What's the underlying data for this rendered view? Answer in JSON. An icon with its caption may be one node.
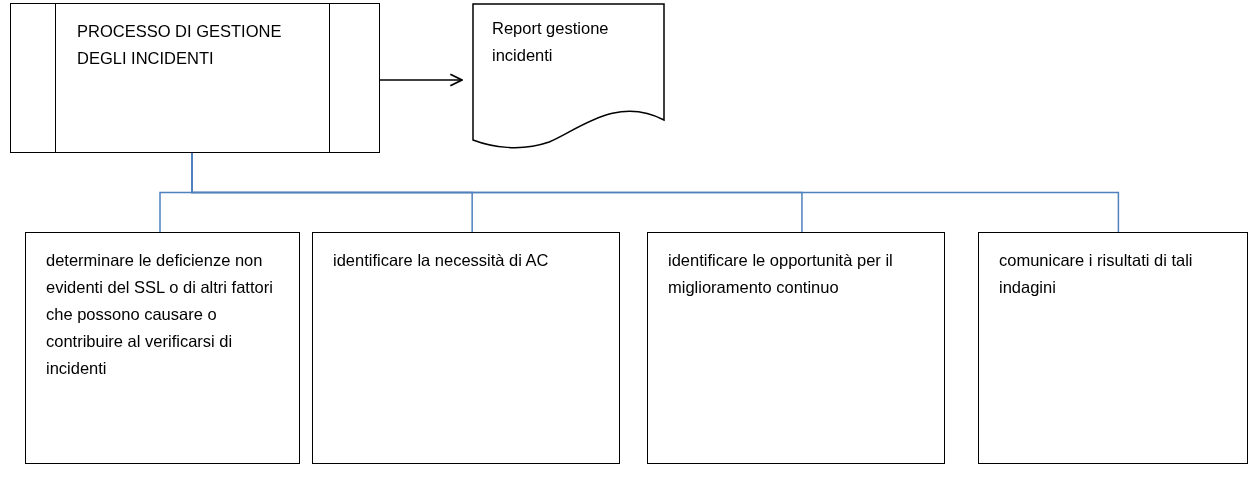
{
  "diagram": {
    "nodes": [
      {
        "text": [
          "PROCESSO DI GESTIONE DEGLI INCIDENTI"
        ]
      },
      {
        "text": [
          "Report gestione incidenti"
        ]
      },
      {
        "text": [
          "determinare le deficienze non evidenti del SSL o di altri fattori che possono causare o contribuire al verificarsi di incidenti"
        ]
      },
      {
        "text": [
          "identificare la necessità di AC"
        ]
      },
      {
        "text": [
          "identificare le opportunità per il miglioramento continuo"
        ]
      },
      {
        "text": [
          "comunicare i risultati di tali indagini"
        ]
      }
    ],
    "edges": [
      {
        "from": 0,
        "to": 1,
        "arrow": "to",
        "color": "#000000"
      },
      {
        "from": 0,
        "to": 2,
        "arrow": "none"
      },
      {
        "from": 0,
        "to": 3,
        "arrow": "none"
      },
      {
        "from": 0,
        "to": 4,
        "arrow": "none"
      },
      {
        "from": 0,
        "to": 5,
        "arrow": "none"
      }
    ]
  }
}
